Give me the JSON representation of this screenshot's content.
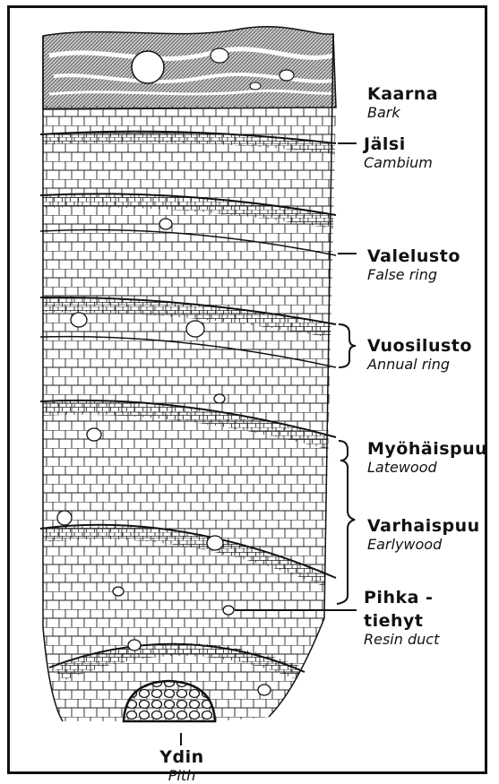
{
  "labels": {
    "kaarna": {
      "fi": "Kaarna",
      "en": "Bark"
    },
    "jalsi": {
      "fi": "Jälsi",
      "en": "Cambium"
    },
    "valelusto": {
      "fi": "Valelusto",
      "en": "False ring"
    },
    "vuosilusto": {
      "fi": "Vuosilusto",
      "en": "Annual ring"
    },
    "myohaispuu": {
      "fi": "Myöhäispuu",
      "en": "Latewood"
    },
    "varhaispuu": {
      "fi": "Varhaispuu",
      "en": "Earlywood"
    },
    "pihkatiehyt": {
      "fi1": "Pihka -",
      "fi2": "tiehyt",
      "en": "Resin duct"
    },
    "ydin": {
      "fi": "Ydin",
      "en": "Pith"
    }
  },
  "colors": {
    "ink": "#111111",
    "paper": "#ffffff",
    "bark_fill": "#bdbdbd"
  }
}
